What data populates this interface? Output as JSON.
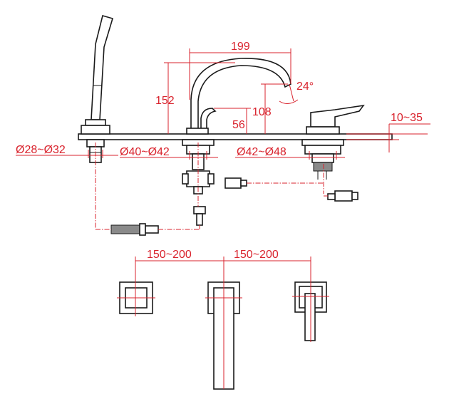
{
  "colors": {
    "dimension": "#d9232d",
    "outline": "#1a1a1a",
    "background": "#ffffff"
  },
  "dimensions": {
    "spout_reach": "199",
    "spout_height": "152",
    "spout_angle": "24°",
    "spout_outlet_height": "108",
    "diverter_height": "56",
    "deck_thickness": "10~35",
    "hole_handshower": "Ø28~Ø32",
    "hole_spout": "Ø40~Ø42",
    "hole_mixer": "Ø42~Ø48",
    "spacing_left": "150~200",
    "spacing_right": "150~200"
  }
}
